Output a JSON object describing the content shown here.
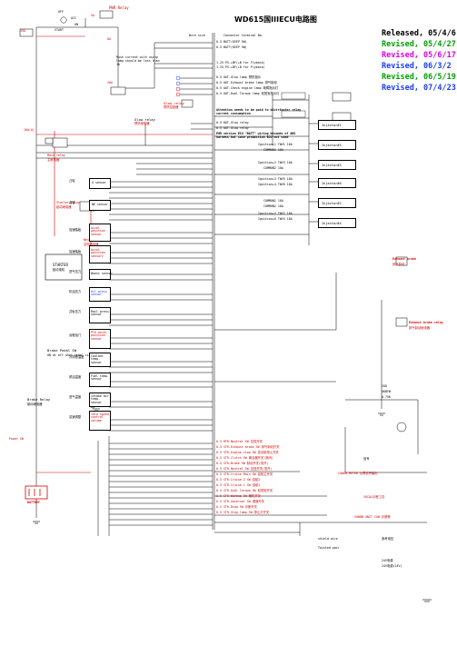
{
  "title": "WD615国IIIECU电路图",
  "revisions": [
    {
      "label": "Released, 05/4/6",
      "color": "#000000"
    },
    {
      "label": "Revised, 05/4/27",
      "color": "#00a000"
    },
    {
      "label": "Revised, 05/6/17",
      "color": "#e000e0"
    },
    {
      "label": "Revised, 06/3/2",
      "color": "#1a3cff"
    },
    {
      "label": "Revised, 06/5/19",
      "color": "#00a000"
    },
    {
      "label": "Revised, 07/4/23",
      "color": "#1a3cff"
    }
  ],
  "left_labels": {
    "pwr_relay": "PWR Relay",
    "off": "OFF",
    "acc": "ACC",
    "on": "ON",
    "start": "START",
    "fuse_15a": "15A",
    "fuse_5a": "5A",
    "fuse_8a": "8A",
    "fuse_20a": "20A",
    "fuse_10a": "10A(A)",
    "main_relay": "Main relay",
    "main_relay_cn": "主继电器",
    "starter_relay": "Starter relay",
    "starter_relay_cn": "起动继电器",
    "neutral_relay": "Neutral relay",
    "neutral_relay_cn": "空档继电器",
    "starter": "STARTER",
    "starter_cn": "起动电机",
    "brake_pedal": "Brake Pedal SW",
    "brake_pedal_note": "ON at off when pedal is",
    "brake_relay": "Brake Relay",
    "brake_relay_cn": "制动继电器",
    "power_sw": "Power SW",
    "battery": "BATTERY",
    "lamp_note": "Rush current with using lamp should be less than 1A",
    "glow_relay": "Glow relay",
    "glow_relay_cn": "预热继电器",
    "glow_relay2": "Glow relay",
    "glow_relay2_cn": "预热控制器"
  },
  "sensors": [
    {
      "cn": "凸轮",
      "cn2": "转速传感器",
      "en": "G sensor"
    },
    {
      "cn": "曲轴",
      "cn2": "转速传感器",
      "en": "NE sensor"
    },
    {
      "cn": "加速踏板",
      "cn2": "位置传感器",
      "en": "Accel position sensor"
    },
    {
      "cn": "加速踏板",
      "cn2": "位置传感器",
      "en": "Accel position sensor2"
    },
    {
      "cn": "进气压力",
      "cn2": "传感器",
      "en": "Boost sensor"
    },
    {
      "cn": "机油压力",
      "cn2": "传感器",
      "en": "Oil press sensor"
    },
    {
      "cn": "共轨压力",
      "cn2": "传感器",
      "en": "Rail press sensor"
    },
    {
      "cn": "远程油门",
      "cn2": "传感器",
      "en": "PTO accel position sensor"
    },
    {
      "cn": "冷却液温度",
      "cn2": "传感器",
      "en": "Coolant temp. sensor"
    },
    {
      "cn": "燃油温度",
      "cn2": "传感器",
      "en": "Fuel temp. sensor"
    },
    {
      "cn": "进气温度",
      "cn2": "传感器",
      "en": "Intake air temp. sensor"
    },
    {
      "cn": "怠速调整",
      "cn2": "电位计",
      "en": "Idle speed control volume"
    }
  ],
  "terminals_header": {
    "wire": "Wire size",
    "conn": "Connector terminal No."
  },
  "terminal_lines": [
    "0.5 BATT(KEEP SW)",
    "0.5 BATT(KEEP SW)",
    "1.25 PS-+BF(+B for Flyback)",
    "1.25 PS-+BF(+B for Flyback)",
    "0.5 OUT-Glow lamp  预热指示",
    "0.5 OUT-Exhaust brake lamp 排气制动",
    "0.5 OUT-Check engine lamp  故障指示灯",
    "0.5 OUT-Dual Torque lamp 双扭矩指示灯",
    "Attention needs to be paid to distributor relay current consumption",
    "0.5 OUT-Glow relay",
    "0.5 OUT-Glow relay",
    "EGR version ECU \"BATT\" wiring becomes of ABS harness but case production ECU not used"
  ],
  "ignition_lines": [
    "Ignition+1 TWV1 10A",
    "COMMON1 10A",
    "Ignition+2 TWV3 10A",
    "COMMON2 10A",
    "Ignition+3 TWV5 10A",
    "Ignition+4 TWV6 10A",
    "COMMON1 10A",
    "COMMON2 10A",
    "Ignition+5 TWV2 10A",
    "Ignition+6 TWV4 10A"
  ],
  "injectors": [
    "Injector#1",
    "Injector#5",
    "Injector#3",
    "Injector#6",
    "Injector#2",
    "Injector#4"
  ],
  "right_labels": {
    "exhaust_brake": "Exhaust brake",
    "exhaust_brake_cn": "排气制动",
    "exhaust_brake_relay": "Exhaust brake relay",
    "exhaust_brake_relay_cn": "排气制动继电器",
    "ckd": "CKD",
    "dkbfw": "DKBFW",
    "vk": "0.75K",
    "can_box": "CANON METER 仪表信号输出",
    "vocal_box": "VOCAL诊断工具",
    "diag_box": "SUBBN UNIT CAN 诊断等",
    "shield": "shield wire",
    "twisted": "Twisted pair",
    "v24": "24V电源",
    "sig_note": "信号",
    "ref_note": "参考电压",
    "mid_bottom": "24V电源(24V)"
  },
  "switch_lines": [
    "0.5 RFR-Neutral SW 空档开关",
    "0.5 STR-Exhaust brake SW 排气制动开关",
    "0.5 STR-Engine stop SW 发动机停止开关",
    "0.5 STR-Clutch SW 离合器开关(常闭)",
    "0.5 STR-Brake SW 制动开关(常开)",
    "0.5 STR-Neutral SW 空档开关(常开)",
    "0.5 STR-Cruise Main SW 巡航主开关",
    "0.5 STR-Cruise 2 SW 巡航2",
    "0.5 STR-Cruise 1 SW 巡航1",
    "0.5 STR-Dual Torque SW 双扭矩开关",
    "0.5 STR-Warmup SW 暖机开关",
    "0.5 STR-Governor SW 调速开关",
    "0.5 STR-Diag SW 诊断开关",
    "0.5 STR-Stop lamp SW 停止灯开关"
  ]
}
